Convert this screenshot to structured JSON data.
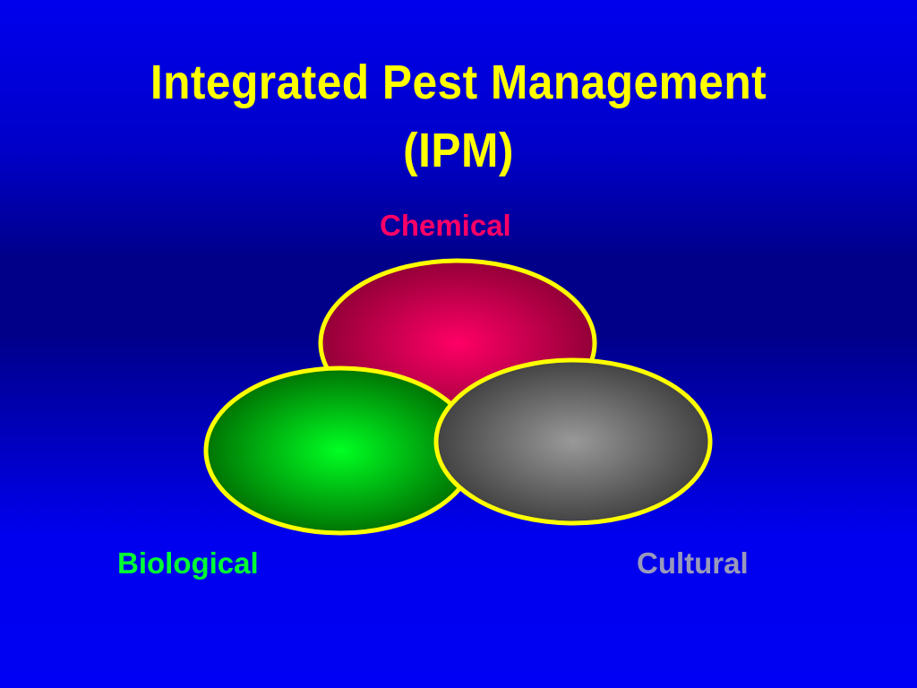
{
  "slide": {
    "title_line1": "Integrated Pest Management",
    "title_line2": "(IPM)"
  },
  "circles": [
    {
      "label": "Chemical",
      "label_color": "#ff0066",
      "fill_center": "#ff0066",
      "fill_edge": "#880033"
    },
    {
      "label": "Biological",
      "label_color": "#00ff33",
      "fill_center": "#00ff22",
      "fill_edge": "#006600"
    },
    {
      "label": "Cultural",
      "label_color": "#9999bb",
      "fill_center": "#999999",
      "fill_edge": "#3a3a3a"
    }
  ],
  "colors": {
    "title": "#ffff00",
    "outline": "#ffff00",
    "background_edge": "#0000ee",
    "background_mid": "#000088"
  }
}
